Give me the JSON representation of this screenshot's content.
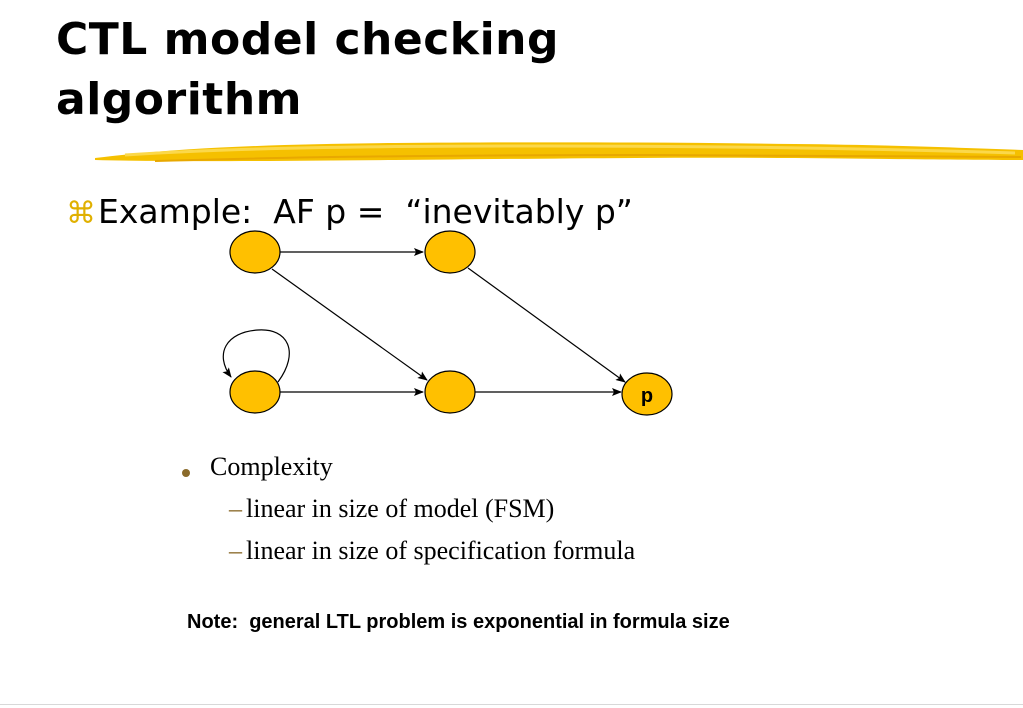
{
  "slide": {
    "title_line1": "CTL model checking",
    "title_line2": "algorithm",
    "bullet_text": "Example:  AF p =  “inevitably p”",
    "bullet_glyph": "⌘",
    "colors": {
      "node_fill": "#ffc000",
      "node_stroke": "#000000",
      "title_underline": "#f5c000",
      "bullet_glyph": "#e0b000",
      "sub_bullet_marker": "#8a6a2a"
    }
  },
  "diagram": {
    "node_label_p": "p",
    "nodes": [
      "top-left",
      "top-middle",
      "bottom-left",
      "bottom-middle",
      "bottom-right"
    ],
    "edges": [
      [
        "top-left",
        "top-middle"
      ],
      [
        "top-left",
        "bottom-middle"
      ],
      [
        "top-middle",
        "bottom-right"
      ],
      [
        "bottom-left",
        "bottom-left"
      ],
      [
        "bottom-left",
        "bottom-middle"
      ],
      [
        "bottom-middle",
        "bottom-right"
      ]
    ]
  },
  "list": {
    "heading": "Complexity",
    "sub_items": [
      "linear in size of model (FSM)",
      "linear in size of specification formula"
    ],
    "dash": "–"
  },
  "note": "Note:  general LTL problem is exponential in formula size"
}
